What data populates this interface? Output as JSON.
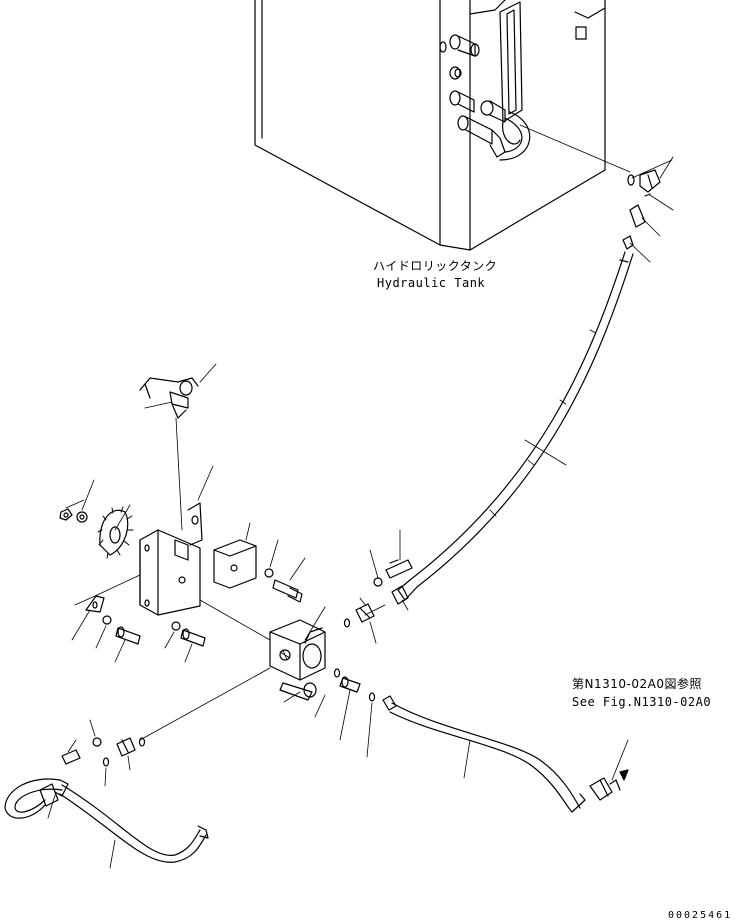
{
  "labels": {
    "tank_jp": "ハイドロリックタンク",
    "tank_en": "Hydraulic Tank",
    "ref_jp": "第N1310-02A0図参照",
    "ref_en": "See Fig.N1310-02A0",
    "doc_number": "00025461"
  }
}
